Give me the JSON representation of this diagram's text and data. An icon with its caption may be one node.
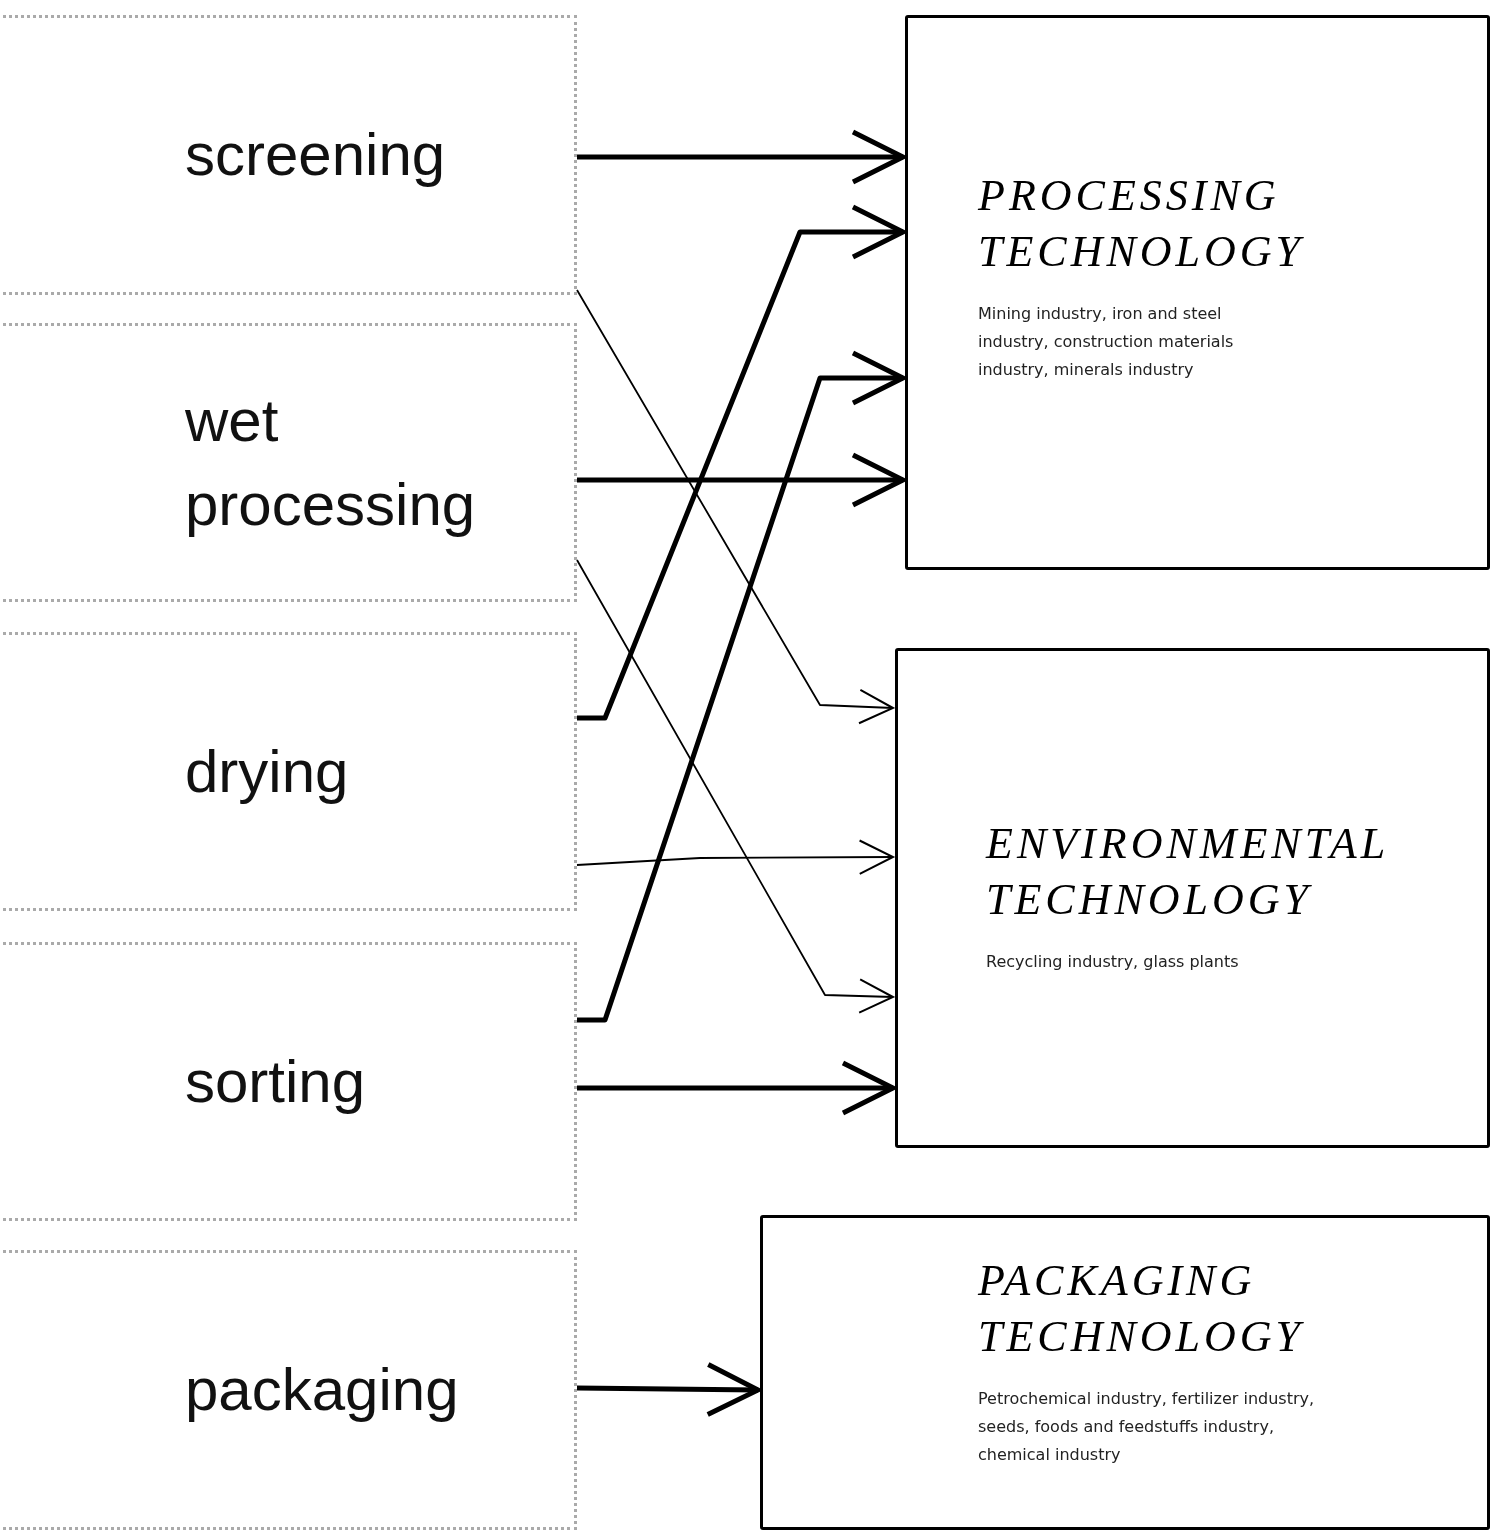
{
  "diagram": {
    "nodes": [
      {
        "text": [
          "screening"
        ]
      },
      {
        "text": [
          "wet processing"
        ]
      },
      {
        "text": [
          "drying"
        ]
      },
      {
        "text": [
          "sorting"
        ]
      },
      {
        "text": [
          "packaging"
        ]
      },
      {
        "text": [
          "PROCESSING TECHNOLOGY",
          "Mining industry, iron and steel industry, construction materials industry, minerals industry"
        ]
      },
      {
        "text": [
          "ENVIRONMENTAL TECHNOLOGY",
          "Recycling industry, glass plants"
        ]
      },
      {
        "text": [
          "PACKAGING TECHNOLOGY",
          "Petrochemical industry, fertilizer industry, seeds, foods and feedstuffs industry, chemical industry"
        ]
      }
    ],
    "edges": [
      {
        "from": 0,
        "to": 5,
        "arrow": "to"
      },
      {
        "from": 0,
        "to": 6,
        "arrow": "to"
      },
      {
        "from": 1,
        "to": 5,
        "arrow": "to"
      },
      {
        "from": 1,
        "to": 6,
        "arrow": "to"
      },
      {
        "from": 2,
        "to": 5,
        "arrow": "to"
      },
      {
        "from": 2,
        "to": 6,
        "arrow": "to"
      },
      {
        "from": 3,
        "to": 5,
        "arrow": "to"
      },
      {
        "from": 3,
        "to": 6,
        "arrow": "to"
      },
      {
        "from": 4,
        "to": 7,
        "arrow": "to"
      }
    ]
  }
}
